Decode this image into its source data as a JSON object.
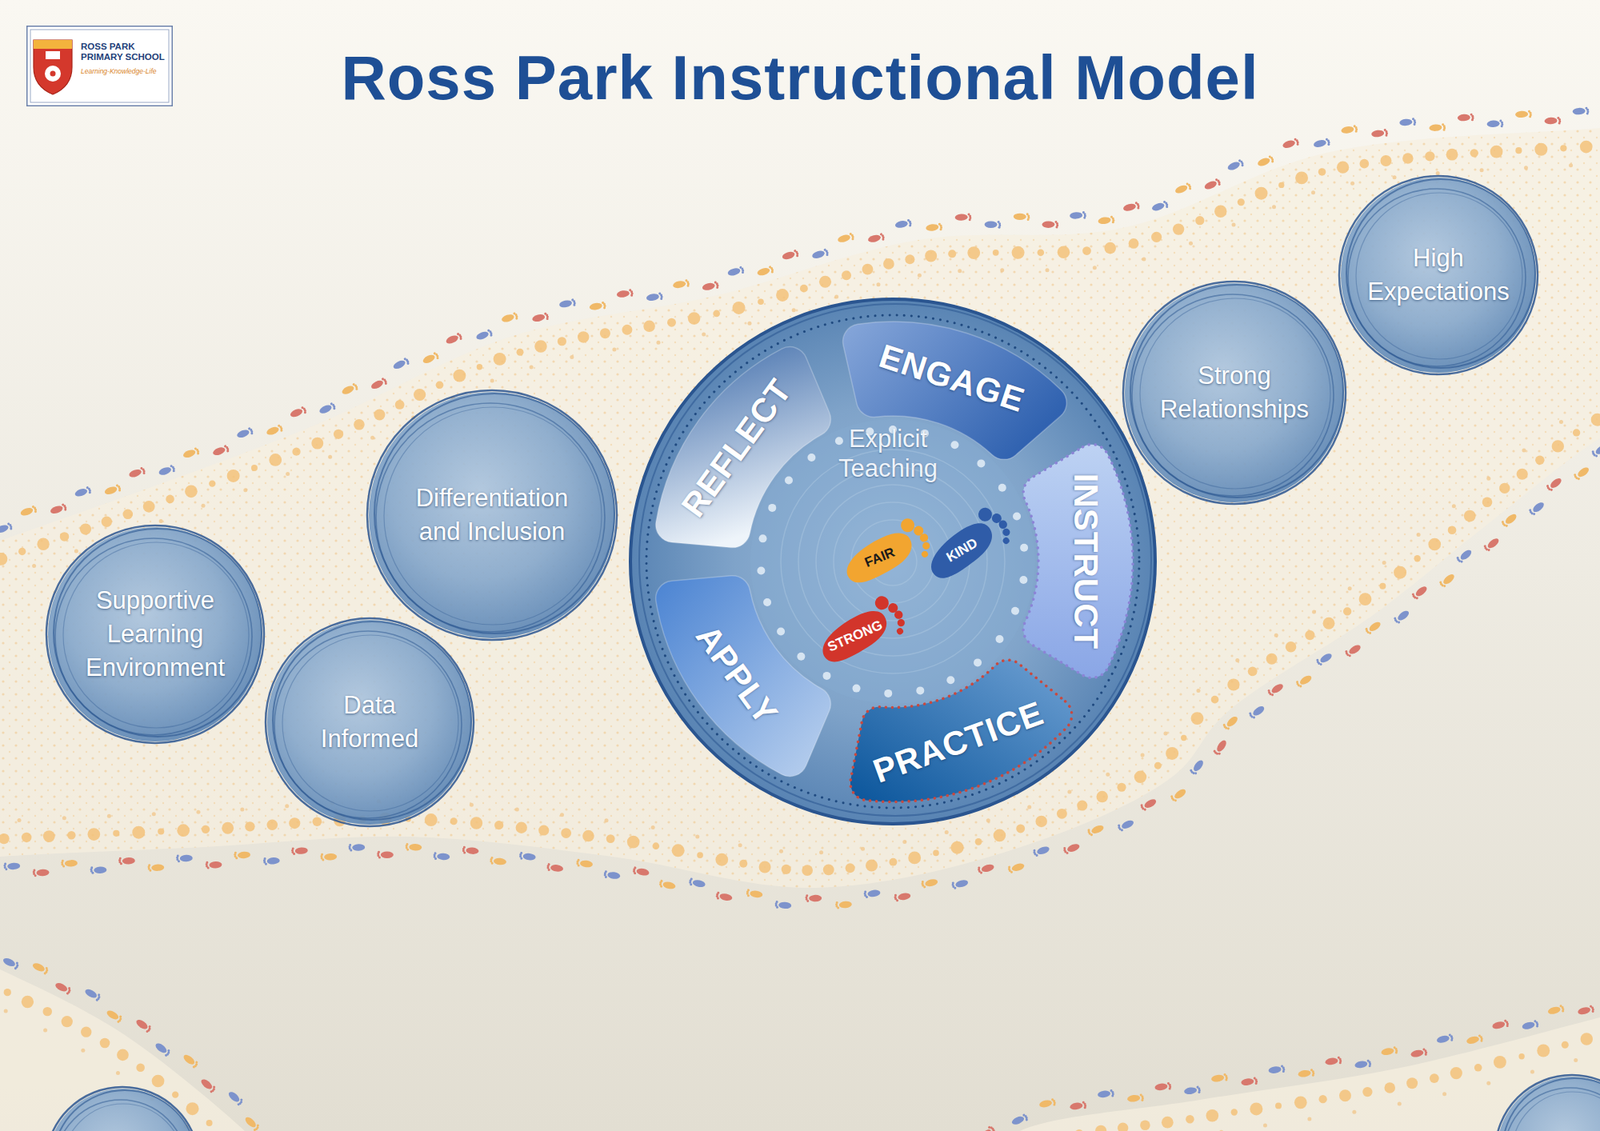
{
  "diagram": {
    "title": "Ross Park Instructional Model",
    "nodes": [
      {
        "text": [
          "ROSS PARK PRIMARY SCHOOL",
          "Learning-Knowledge-Life"
        ]
      },
      {
        "text": [
          "Supportive Learning Environment"
        ]
      },
      {
        "text": [
          "Data Informed"
        ]
      },
      {
        "text": [
          "Differentiation and Inclusion"
        ]
      },
      {
        "text": [
          "Explicit Teaching"
        ]
      },
      {
        "text": [
          "ENGAGE"
        ],
        "in": 4
      },
      {
        "text": [
          "INSTRUCT"
        ],
        "in": 4
      },
      {
        "text": [
          "PRACTICE"
        ],
        "in": 4
      },
      {
        "text": [
          "APPLY"
        ],
        "in": 4
      },
      {
        "text": [
          "REFLECT"
        ],
        "in": 4
      },
      {
        "text": [
          "FAIR"
        ],
        "in": 4
      },
      {
        "text": [
          "KIND"
        ],
        "in": 4
      },
      {
        "text": [
          "STRONG"
        ],
        "in": 4
      },
      {
        "text": [
          "Strong Relationships"
        ]
      },
      {
        "text": [
          "High Expectations"
        ]
      }
    ]
  }
}
